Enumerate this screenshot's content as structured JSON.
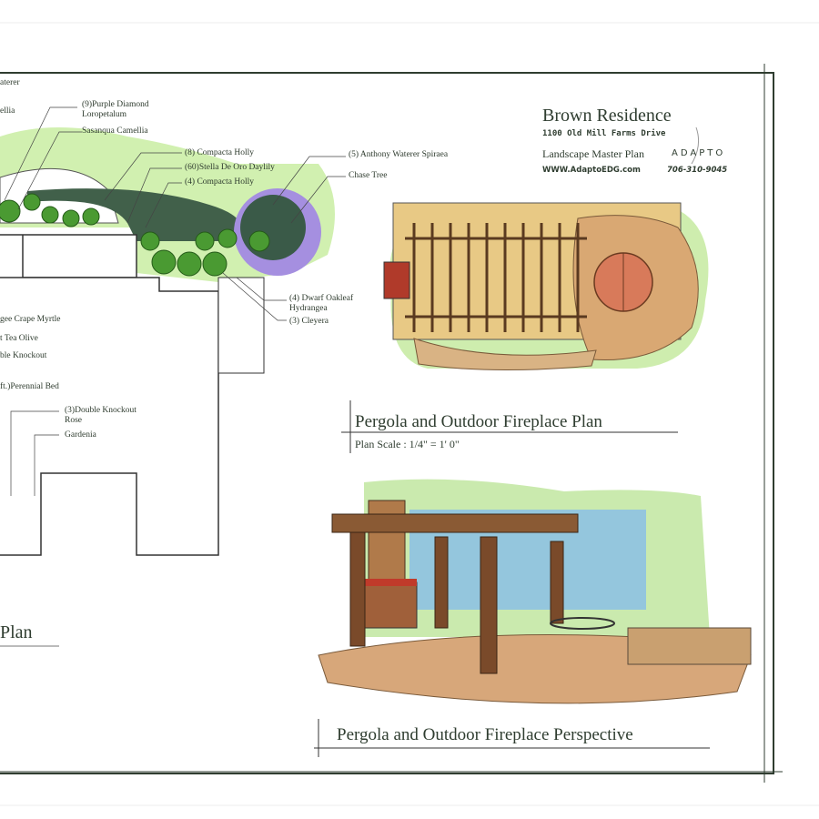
{
  "title_block": {
    "project": "Brown Residence",
    "address": "1100 Old Mill Farms Drive",
    "sheet": "Landscape Master Plan",
    "website": "WWW.AdaptoEDG.com",
    "phone": "706-310-9045",
    "logo_text": "ADAPTO"
  },
  "plant_labels": [
    "aterer",
    "ellia",
    "(9)Purple Diamond",
    "Loropetalum",
    "Sasanqua Camellia",
    "(8) Compacta Holly",
    "(60)Stella De Oro Daylily",
    "(4) Compacta Holly",
    "(5) Anthony Waterer Spiraea",
    "Chase Tree",
    "(4) Dwarf Oakleaf",
    "Hydrangea",
    "(3) Cleyera",
    "gee Crape Myrtle",
    "t Tea Olive",
    "ble Knockout",
    "ft.)Perennial Bed",
    "(3)Double Knockout",
    "Rose",
    "Gardenia"
  ],
  "plan_title": "Plan",
  "pergola_plan": {
    "title": "Pergola and Outdoor Fireplace Plan",
    "scale": "Plan Scale : 1/4\" = 1' 0\""
  },
  "pergola_perspective": {
    "title": "Pergola and Outdoor Fireplace Perspective"
  },
  "colors": {
    "ink": "#2f3d30",
    "grass": "#9fd86a",
    "shrub": "#3f8a2e",
    "lavender": "#a58fe0",
    "stone": "#d9a873",
    "wood": "#7a4a2a"
  }
}
